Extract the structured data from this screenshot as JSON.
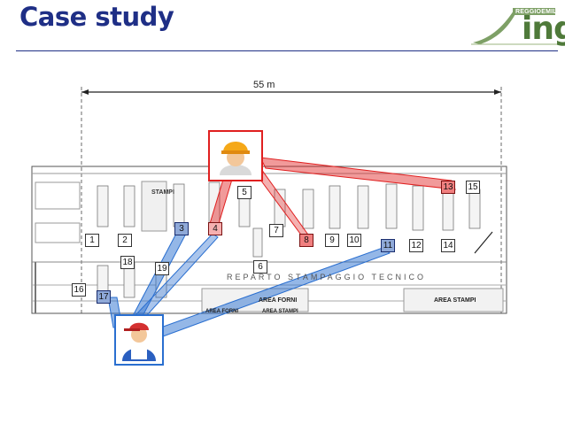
{
  "header": {
    "title": "Case study",
    "logo_brand": "REGGIOEMILIA",
    "logo_mark": "ing"
  },
  "plan": {
    "dimension_label": "55 m",
    "department_label": "REPARTO STAMPAGGIO TECNICO",
    "stampi_label": "STAMPI",
    "area_labels": {
      "area_forni_1": "AREA FORNI",
      "area_forni_2": "AREA FORNI",
      "area_stampi_1": "AREA STAMPI",
      "area_stampi_2": "AREA STAMPI"
    },
    "machines": [
      {
        "id": "1",
        "label": "1",
        "state": "normal"
      },
      {
        "id": "2",
        "label": "2",
        "state": "normal"
      },
      {
        "id": "3",
        "label": "3",
        "state": "blue"
      },
      {
        "id": "4",
        "label": "4",
        "state": "pink"
      },
      {
        "id": "5",
        "label": "5",
        "state": "normal"
      },
      {
        "id": "6",
        "label": "6",
        "state": "normal"
      },
      {
        "id": "7",
        "label": "7",
        "state": "normal"
      },
      {
        "id": "8",
        "label": "8",
        "state": "red"
      },
      {
        "id": "9",
        "label": "9",
        "state": "normal"
      },
      {
        "id": "10",
        "label": "10",
        "state": "normal"
      },
      {
        "id": "11",
        "label": "11",
        "state": "blue"
      },
      {
        "id": "12",
        "label": "12",
        "state": "normal"
      },
      {
        "id": "13",
        "label": "13",
        "state": "red"
      },
      {
        "id": "14",
        "label": "14",
        "state": "normal"
      },
      {
        "id": "15",
        "label": "15",
        "state": "normal"
      },
      {
        "id": "16",
        "label": "16",
        "state": "normal"
      },
      {
        "id": "17",
        "label": "17",
        "state": "blue"
      },
      {
        "id": "18",
        "label": "18",
        "state": "normal"
      },
      {
        "id": "19",
        "label": "19",
        "state": "normal"
      }
    ]
  },
  "colors": {
    "title": "#1f2f86",
    "red_highlight": "#e02020",
    "blue_highlight": "#2a6fd0",
    "logo_green": "#4f7a3a"
  },
  "icons": {
    "operator_red": "worker-hardhat-icon",
    "operator_blue": "worker-cap-icon"
  }
}
